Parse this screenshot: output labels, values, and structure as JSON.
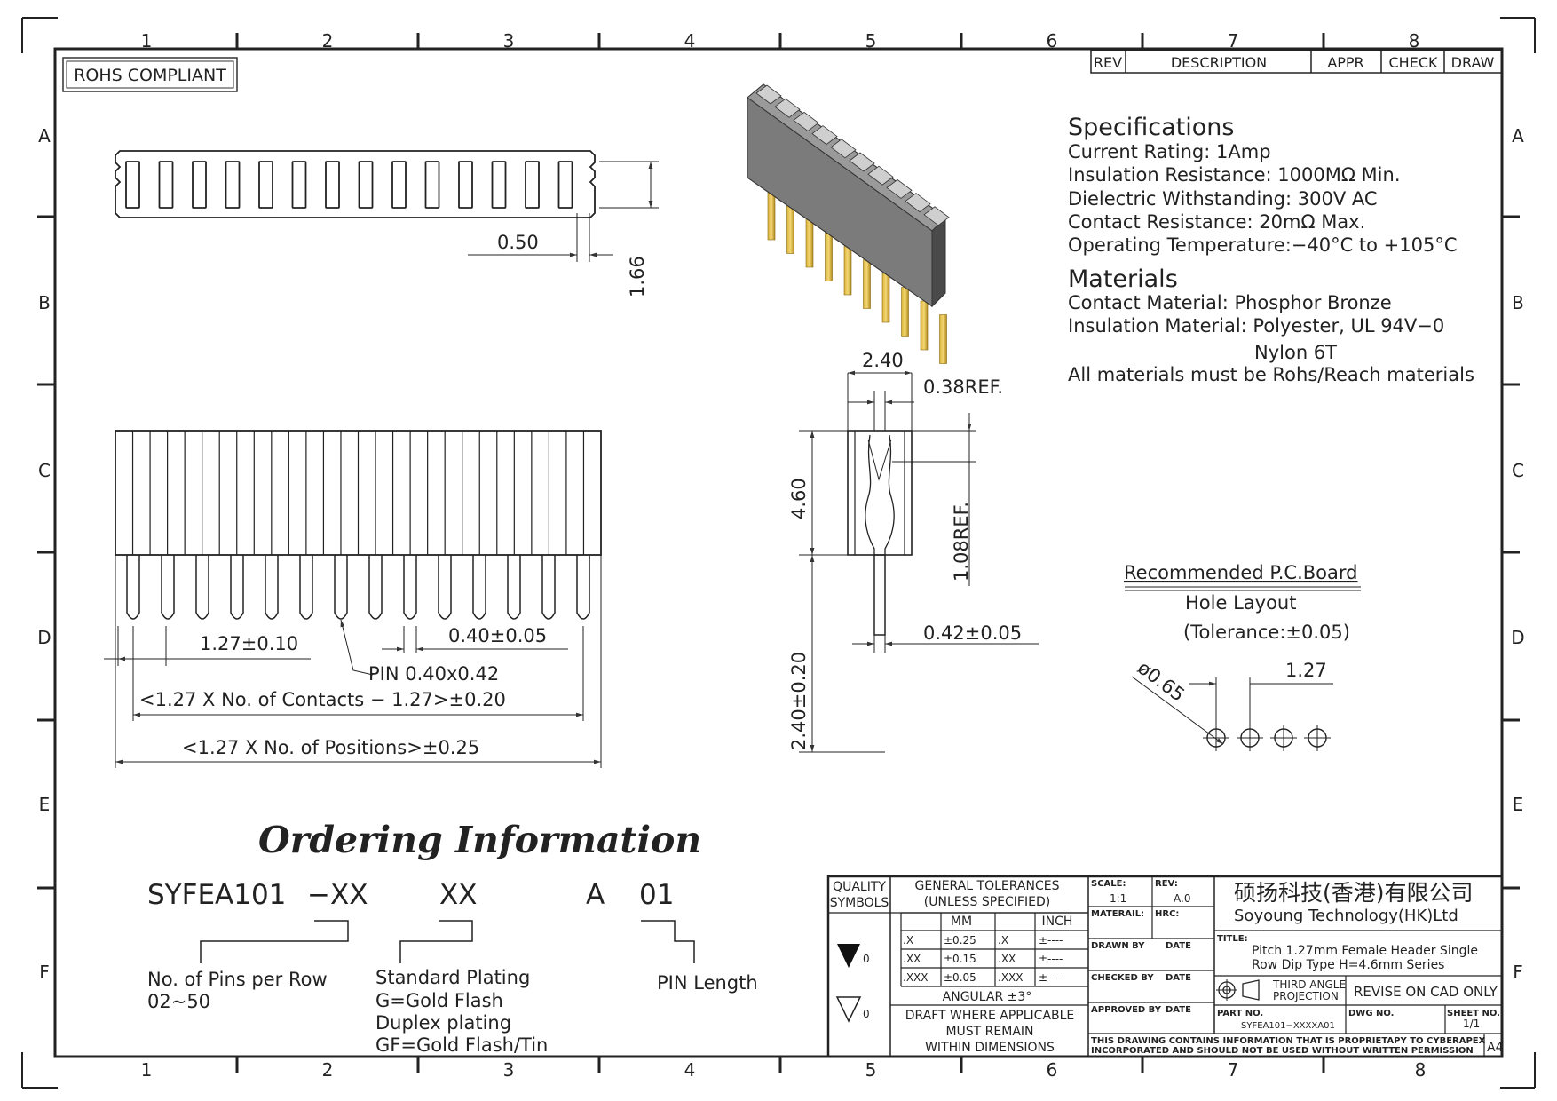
{
  "border": {
    "columns": [
      "1",
      "2",
      "3",
      "4",
      "5",
      "6",
      "7",
      "8"
    ],
    "rows": [
      "A",
      "B",
      "C",
      "D",
      "E",
      "F"
    ]
  },
  "rohs_label": "ROHS COMPLIANT",
  "revision_block": {
    "rev_label": "REV",
    "description_label": "DESCRIPTION",
    "appr_label": "APPR",
    "check_label": "CHECK",
    "draw_label": "DRAW"
  },
  "specifications": {
    "heading": "Specifications",
    "lines": [
      "Current Rating:   1Amp",
      "Insulation Resistance:   1000MΩ Min.",
      "Dielectric Withstanding:   300V AC",
      "Contact Resistance:   20mΩ Max.",
      "Operating Temperature:−40°C to +105°C"
    ]
  },
  "materials": {
    "heading": "Materials",
    "lines": [
      "Contact Material: Phosphor Bronze",
      "Insulation Material: Polyester, UL 94V−0",
      "Nylon 6T",
      "All materials must be Rohs/Reach materials"
    ]
  },
  "top_view_dims": {
    "pitch_gap": "0.50",
    "width": "1.66"
  },
  "side_view_dims": {
    "pitch": "1.27±0.10",
    "pin_thickness": "0.40±0.05",
    "pin_label": "PIN 0.40x0.42",
    "contacts_length": "<1.27 X No. of Contacts − 1.27>±0.20",
    "positions_length": "<1.27 X No. of Positions>±0.25"
  },
  "section_view_dims": {
    "width": "2.40",
    "ref_038": "0.38REF.",
    "height": "4.60",
    "ref_108": "1.08REF.",
    "pin_width": "0.42±0.05",
    "pin_length": "2.40±0.20"
  },
  "pcb": {
    "title": "Recommended P.C.Board",
    "subtitle": "Hole Layout",
    "tolerance": "(Tolerance:±0.05)",
    "hole_dia": "ø0.65",
    "pitch": "1.27"
  },
  "ordering": {
    "title": "Ordering Information",
    "code_prefix": "SYFEA101",
    "code_xx1": "−XX",
    "code_xx2": "XX",
    "code_a": "A",
    "code_01": "01",
    "pins_label": "No. of Pins per Row",
    "pins_range": "02~50",
    "plating_lines": [
      "Standard Plating",
      "G=Gold Flash",
      "Duplex plating",
      "GF=Gold Flash/Tin"
    ],
    "pin_length_label": "PIN Length"
  },
  "title_block": {
    "quality_symbols": [
      "QUALITY",
      "SYMBOLS"
    ],
    "sym_mark": "0",
    "general_tol": [
      "GENERAL TOLERANCES",
      "(UNLESS SPECIFIED)"
    ],
    "mm": "MM",
    "inch": "INCH",
    "tol_rows": [
      {
        "d": ".X",
        "mm": "±0.25",
        "d2": ".X",
        "in": "±----"
      },
      {
        "d": ".XX",
        "mm": "±0.15",
        "d2": ".XX",
        "in": "±----"
      },
      {
        "d": ".XXX",
        "mm": "±0.05",
        "d2": ".XXX",
        "in": "±----"
      }
    ],
    "angular": "ANGULAR ±3°",
    "draft": [
      "DRAFT WHERE APPLICABLE",
      "MUST REMAIN",
      "WITHIN DIMENSIONS"
    ],
    "scale_label": "SCALE:",
    "scale_value": "1:1",
    "rev_label": "REV:",
    "rev_value": "A.0",
    "material_label": "MATERAIL:",
    "hrc_label": "HRC:",
    "drawn_by": "DRAWN BY",
    "checked_by": "CHECKED BY",
    "approved_by": "APPROVED BY",
    "date": "DATE",
    "company_cn": "硕扬科技(香港)有限公司",
    "company_en": "Soyoung Technology(HK)Ltd",
    "title_label": "TITLE:",
    "title_lines": [
      "Pitch 1.27mm Female Header Single",
      "Row Dip Type H=4.6mm Series"
    ],
    "projection": [
      "THIRD ANGLE",
      "PROJECTION"
    ],
    "revise_note": "REVISE ON CAD ONLY",
    "part_no_label": "PART NO.",
    "part_no": "SYFEA101−XXXXA01",
    "dwg_no_label": "DWG NO.",
    "sheet_no_label": "SHEET NO.",
    "sheet_no": "1/1",
    "proprietary": [
      "THIS DRAWING CONTAINS INFORMATION THAT IS PROPRIETAPY TO CYBERAPEX",
      "INCORPORATED AND SHOULD NOT BE USED WITHOUT WRITTEN PERMISSION"
    ],
    "size": "A4"
  }
}
